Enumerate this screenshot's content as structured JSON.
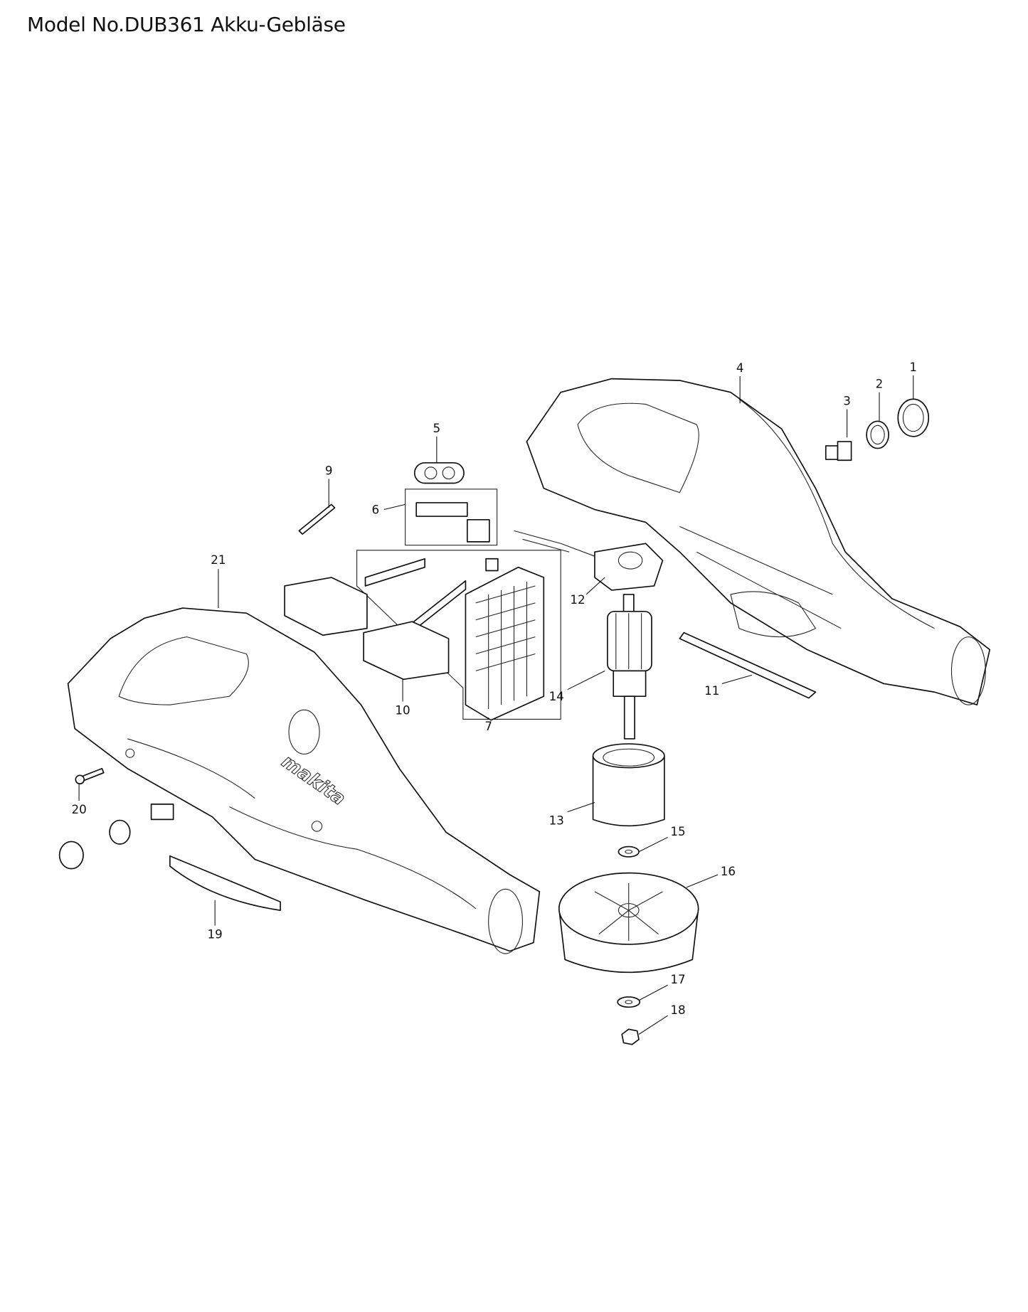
{
  "title": "Model No.DUB361 Akku-Gebläse",
  "logo_text": "makita",
  "parts": {
    "p1": "1",
    "p2": "2",
    "p3": "3",
    "p4": "4",
    "p5": "5",
    "p6": "6",
    "p7": "7",
    "p9": "9",
    "p10": "10",
    "p11": "11",
    "p12": "12",
    "p13": "13",
    "p14": "14",
    "p15": "15",
    "p16": "16",
    "p17": "17",
    "p18": "18",
    "p19": "19",
    "p20": "20",
    "p21": "21"
  }
}
